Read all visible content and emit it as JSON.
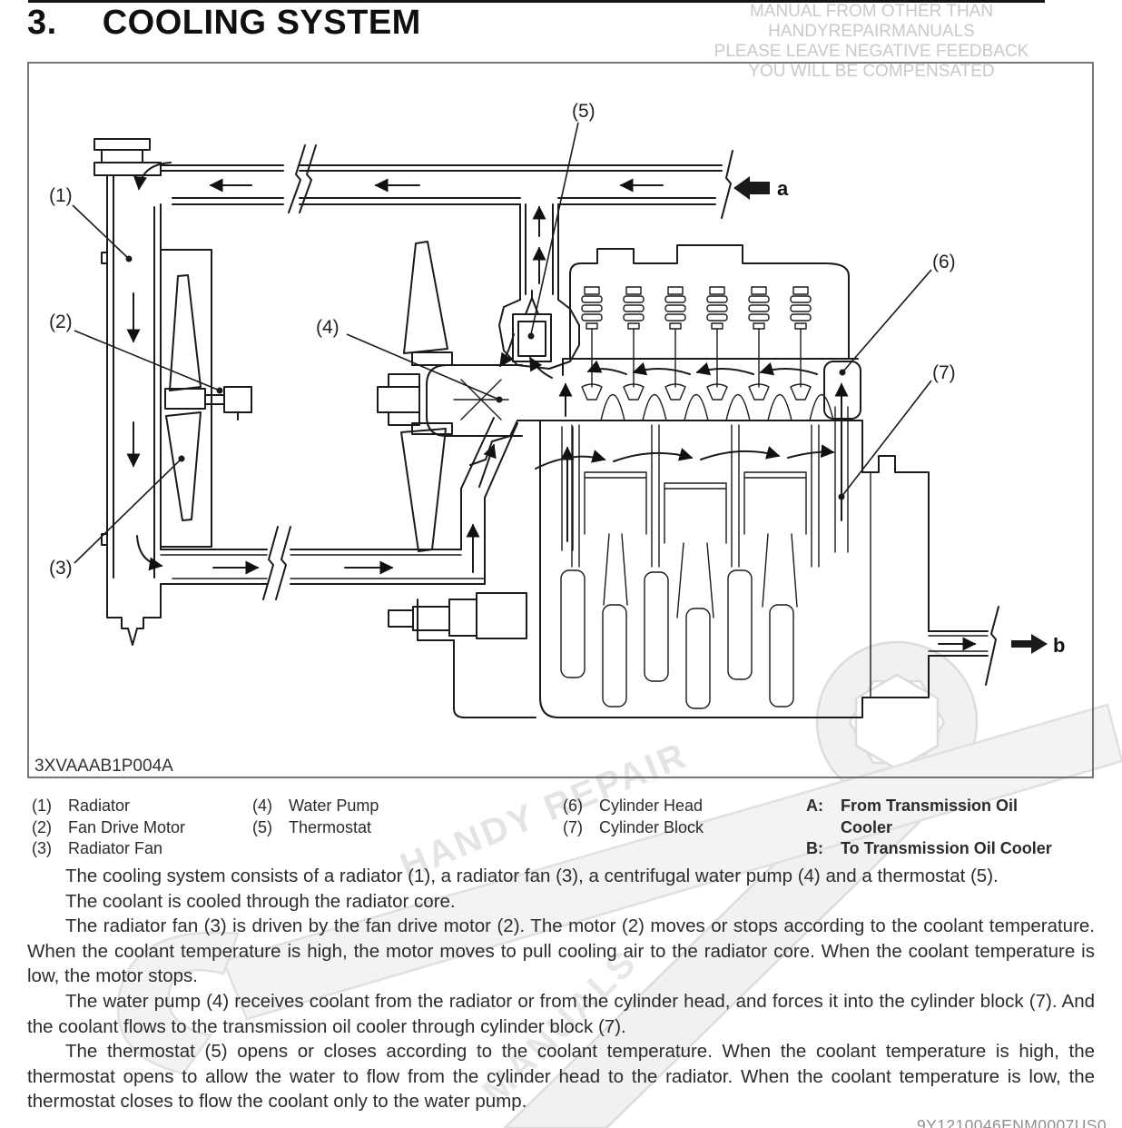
{
  "header": {
    "number": "3.",
    "title": "COOLING SYSTEM"
  },
  "watermark": {
    "notice_lines": [
      "MANUAL FROM OTHER THAN",
      "HANDYREPAIRMANUALS",
      "PLEASE LEAVE NEGATIVE FEEDBACK",
      "YOU WILL BE COMPENSATED"
    ],
    "diagonal_text_1": "HANDY REPAIR",
    "diagonal_text_2": "MANUALS"
  },
  "diagram": {
    "figure_code": "3XVAAAB1P004A",
    "flow_in_label": "a",
    "flow_out_label": "b",
    "callouts": [
      {
        "label": "(1)"
      },
      {
        "label": "(2)"
      },
      {
        "label": "(3)"
      },
      {
        "label": "(4)"
      },
      {
        "label": "(5)"
      },
      {
        "label": "(6)"
      },
      {
        "label": "(7)"
      }
    ]
  },
  "legend": {
    "items": [
      {
        "num": "(1)",
        "label": "Radiator"
      },
      {
        "num": "(2)",
        "label": "Fan Drive Motor"
      },
      {
        "num": "(3)",
        "label": "Radiator Fan"
      },
      {
        "num": "(4)",
        "label": "Water Pump"
      },
      {
        "num": "(5)",
        "label": "Thermostat"
      },
      {
        "num": "(6)",
        "label": "Cylinder Head"
      },
      {
        "num": "(7)",
        "label": "Cylinder Block"
      }
    ],
    "routes": [
      {
        "key": "A:",
        "label": "From Transmission Oil Cooler"
      },
      {
        "key": "B:",
        "label": "To Transmission Oil Cooler"
      }
    ]
  },
  "body": {
    "paragraphs": [
      "The cooling system consists of a radiator (1), a radiator fan (3), a centrifugal water pump (4) and a thermostat (5).",
      "The coolant is cooled through the radiator core.",
      "The radiator fan (3) is driven by the fan drive motor (2). The motor (2) moves or stops according to the coolant temperature. When the coolant temperature is high, the motor moves to pull cooling air to the radiator core. When the coolant temperature is low, the motor stops.",
      "The water pump (4) receives coolant from the radiator or from the cylinder head, and forces it into the cylinder block (7). And the coolant flows to the transmission oil cooler through cylinder block (7).",
      "The thermostat (5) opens or closes according to the coolant temperature. When the coolant temperature is high, the thermostat opens to allow the water to flow from the cylinder head to the radiator. When the coolant temperature is low, the thermostat closes to flow the coolant only to the water pump."
    ]
  },
  "footer": {
    "doc_code": "9Y1210046ENM0007US0"
  },
  "colors": {
    "ink": "#1a1a1a",
    "notice_gray": "#c9c9c9",
    "wrench_fill": "#f1f1f1",
    "wrench_stroke": "#dcdcdc",
    "diagonal_text_gray": "#e4e4e4"
  }
}
